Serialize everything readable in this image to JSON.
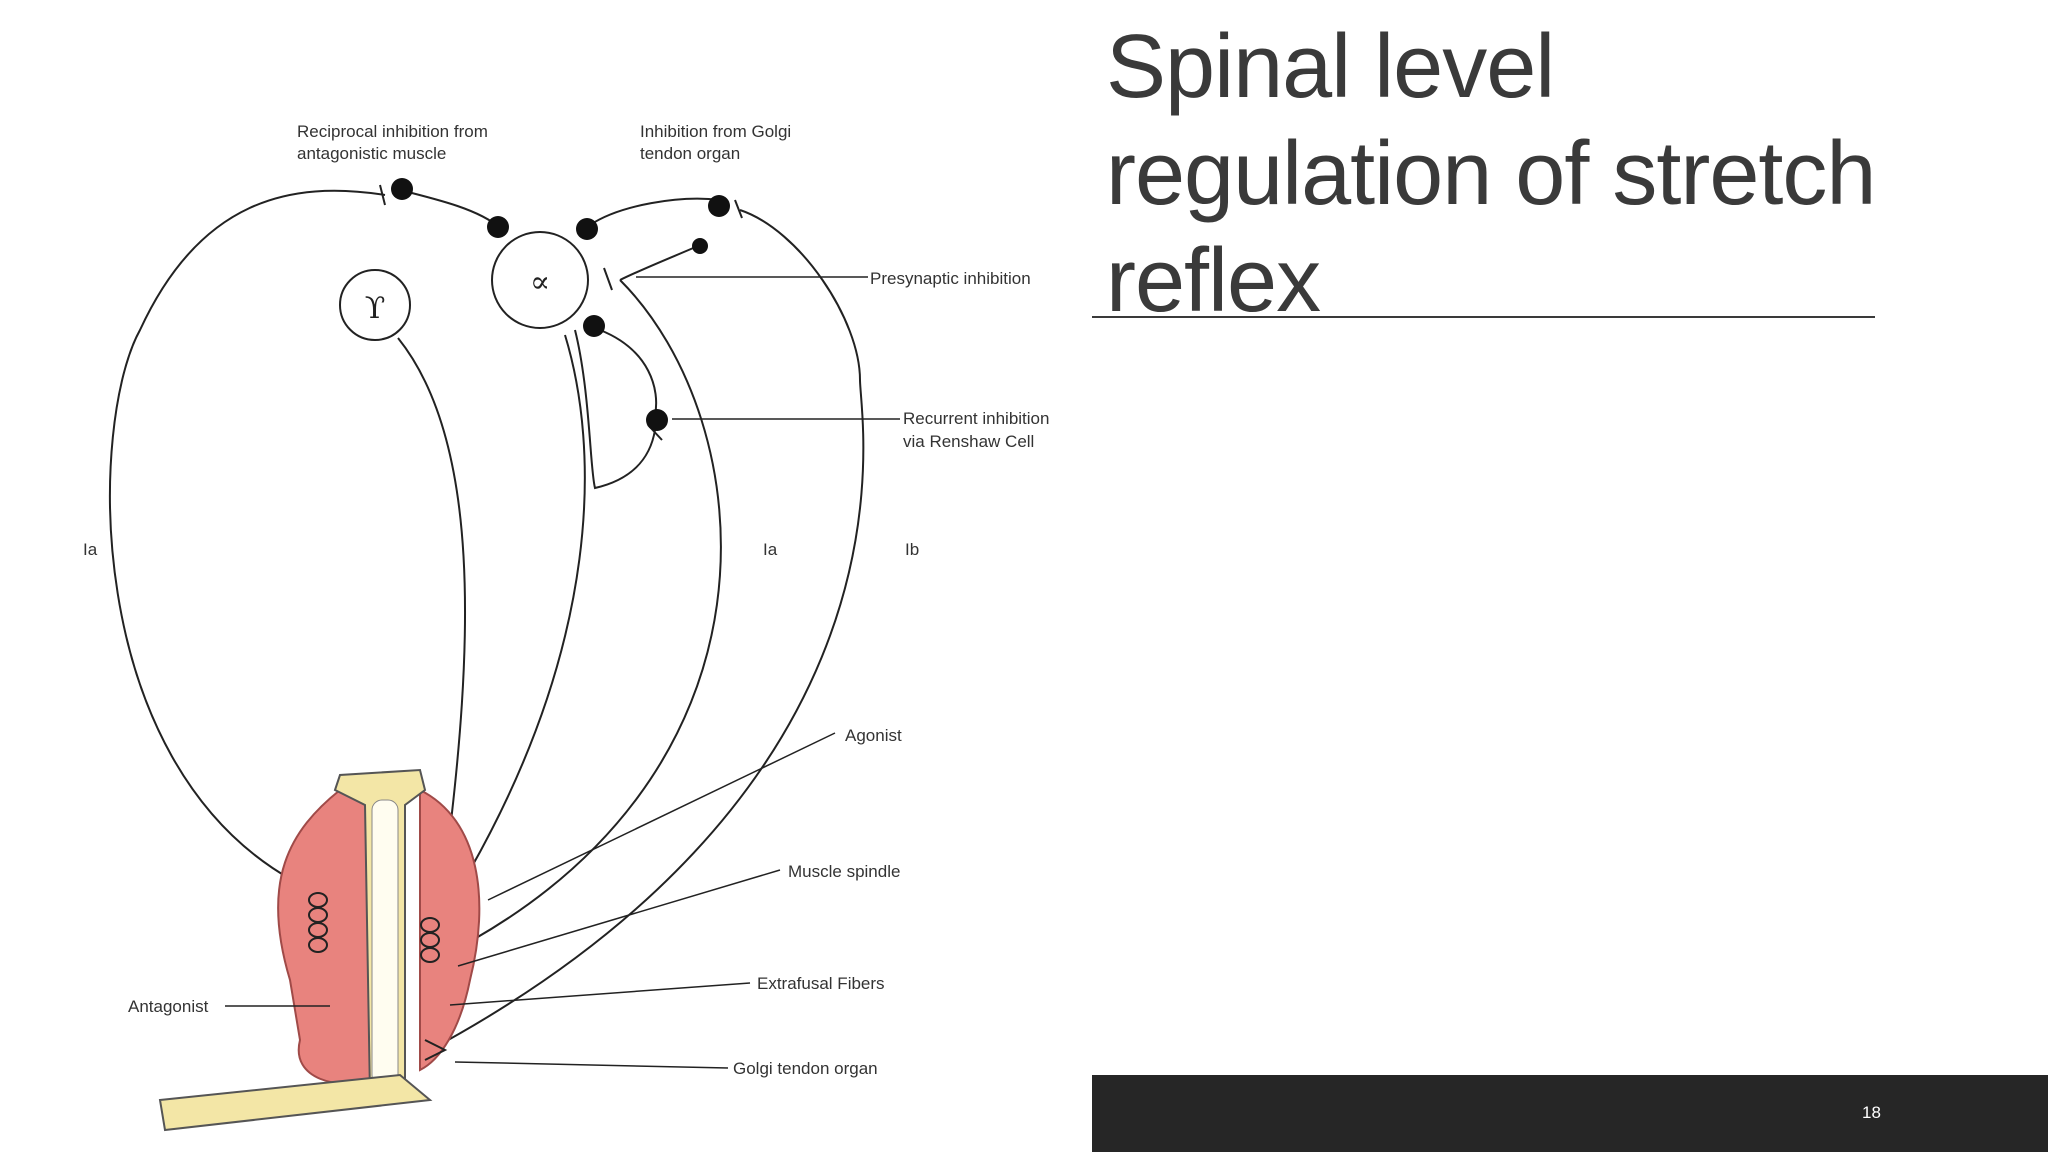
{
  "slide": {
    "title": "Spinal level regulation of stretch reflex",
    "page_number": "18"
  },
  "diagram": {
    "neurons": {
      "gamma": "ϒ",
      "alpha": "∝"
    },
    "labels": {
      "reciprocal_1": "Reciprocal inhibition from",
      "reciprocal_2": "antagonistic muscle",
      "golgi_inh_1": "Inhibition from Golgi",
      "golgi_inh_2": "tendon organ",
      "presynaptic": "Presynaptic inhibition",
      "recurrent_1": "Recurrent inhibition",
      "recurrent_2": "via Renshaw Cell",
      "ia_left": "Ia",
      "ia_right": "Ia",
      "ib": "Ib",
      "agonist": "Agonist",
      "muscle_spindle": "Muscle spindle",
      "extrafusal": "Extrafusal Fibers",
      "antagonist": "Antagonist",
      "golgi_tendon_organ": "Golgi tendon organ"
    },
    "colors": {
      "muscle": "#e8837e",
      "bone": "#f3e6a6",
      "line": "#222222"
    }
  }
}
